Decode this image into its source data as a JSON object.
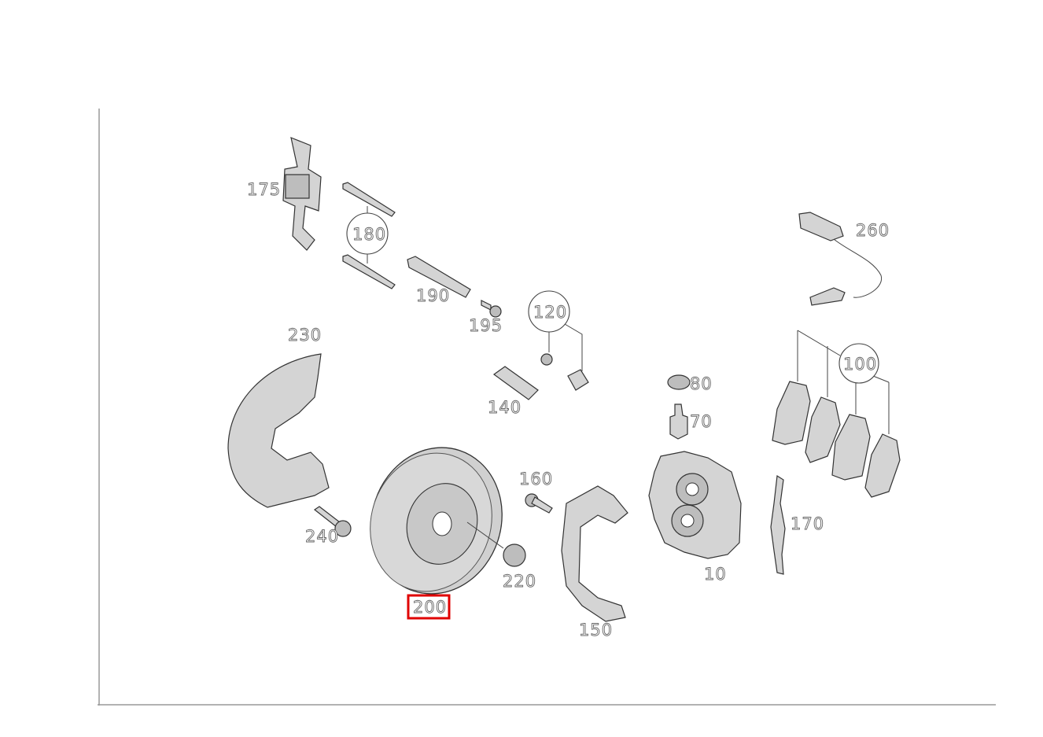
{
  "diagram": {
    "highlight_color": "#e00000",
    "selected_part": "200",
    "parts": {
      "p10": "10",
      "p70": "70",
      "p80": "80",
      "p100": "100",
      "p120": "120",
      "p140": "140",
      "p150": "150",
      "p160": "160",
      "p170": "170",
      "p175": "175",
      "p180": "180",
      "p190": "190",
      "p195": "195",
      "p200": "200",
      "p220": "220",
      "p230": "230",
      "p240": "240",
      "p260": "260"
    }
  }
}
